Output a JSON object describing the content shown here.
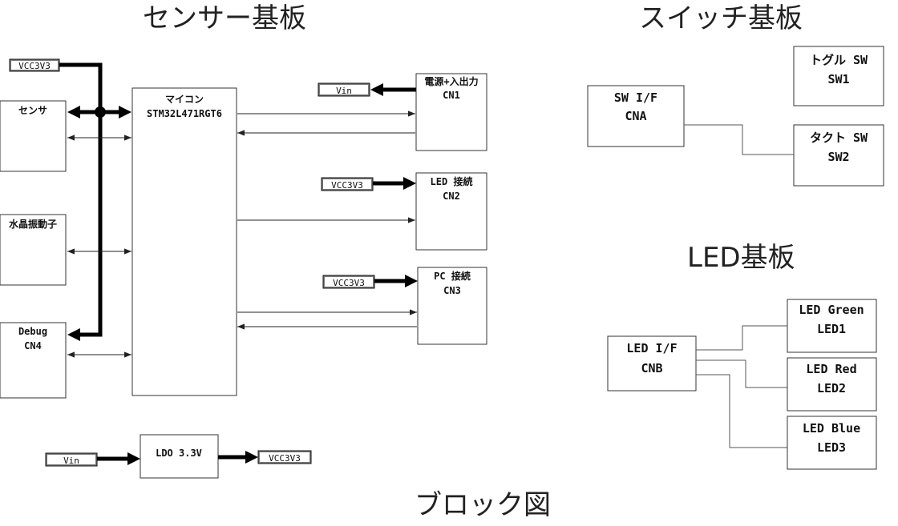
{
  "titles": {
    "sensor_board": "センサー基板",
    "switch_board": "スイッチ基板",
    "led_board": "LED基板",
    "block_diagram": "ブロック図"
  },
  "sensor": {
    "mcu": {
      "line1": "マイコン",
      "line2": "STM32L471RGT6"
    },
    "sensor_box": "センサ",
    "crystal_box": "水晶振動子",
    "debug_box": {
      "line1": "Debug",
      "line2": "CN4"
    },
    "cn1": {
      "line1": "電源+入出力",
      "line2": "CN1"
    },
    "cn2": {
      "line1": "LED 接続",
      "line2": "CN2"
    },
    "cn3": {
      "line1": "PC 接続",
      "line2": "CN3"
    },
    "ldo": "LDO 3.3V",
    "tags": {
      "vcc_top": "VCC3V3",
      "vin_cn1": "Vin",
      "vcc_cn2": "VCC3V3",
      "vcc_cn3": "VCC3V3",
      "vin_ldo": "Vin",
      "vcc_ldo": "VCC3V3"
    }
  },
  "switch": {
    "sw_if": {
      "line1": "SW I/F",
      "line2": "CNA"
    },
    "toggle": {
      "line1": "トグル SW",
      "line2": "SW1"
    },
    "tact": {
      "line1": "タクト SW",
      "line2": "SW2"
    }
  },
  "led": {
    "led_if": {
      "line1": "LED I/F",
      "line2": "CNB"
    },
    "green": {
      "line1": "LED Green",
      "line2": "LED1"
    },
    "red": {
      "line1": "LED Red",
      "line2": "LED2"
    },
    "blue": {
      "line1": "LED Blue",
      "line2": "LED3"
    }
  }
}
